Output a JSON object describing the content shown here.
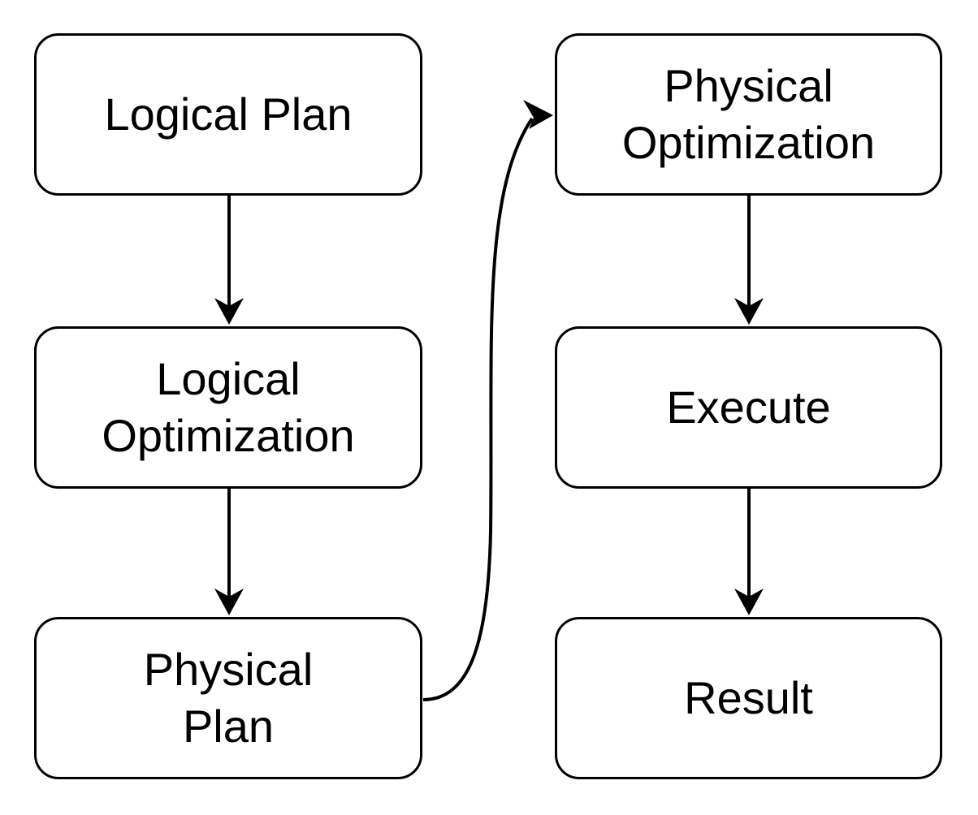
{
  "diagram": {
    "type": "flowchart",
    "background_color": "#ffffff",
    "node_fill": "#ffffff",
    "node_stroke_color": "#000000",
    "arrow_color": "#000000",
    "text_color": "#000000",
    "nodes": [
      {
        "id": "logical-plan",
        "lines": [
          "Logical Plan"
        ]
      },
      {
        "id": "logical-optimization",
        "lines": [
          "Logical",
          "Optimization"
        ]
      },
      {
        "id": "physical-plan",
        "lines": [
          "Physical",
          "Plan"
        ]
      },
      {
        "id": "physical-optimization",
        "lines": [
          "Physical",
          "Optimization"
        ]
      },
      {
        "id": "execute",
        "lines": [
          "Execute"
        ]
      },
      {
        "id": "result",
        "lines": [
          "Result"
        ]
      }
    ],
    "edges": [
      {
        "from": "logical-plan",
        "to": "logical-optimization",
        "style": "straight-down"
      },
      {
        "from": "logical-optimization",
        "to": "physical-plan",
        "style": "straight-down"
      },
      {
        "from": "physical-plan",
        "to": "physical-optimization",
        "style": "curved-up-right"
      },
      {
        "from": "physical-optimization",
        "to": "execute",
        "style": "straight-down"
      },
      {
        "from": "execute",
        "to": "result",
        "style": "straight-down"
      }
    ]
  }
}
